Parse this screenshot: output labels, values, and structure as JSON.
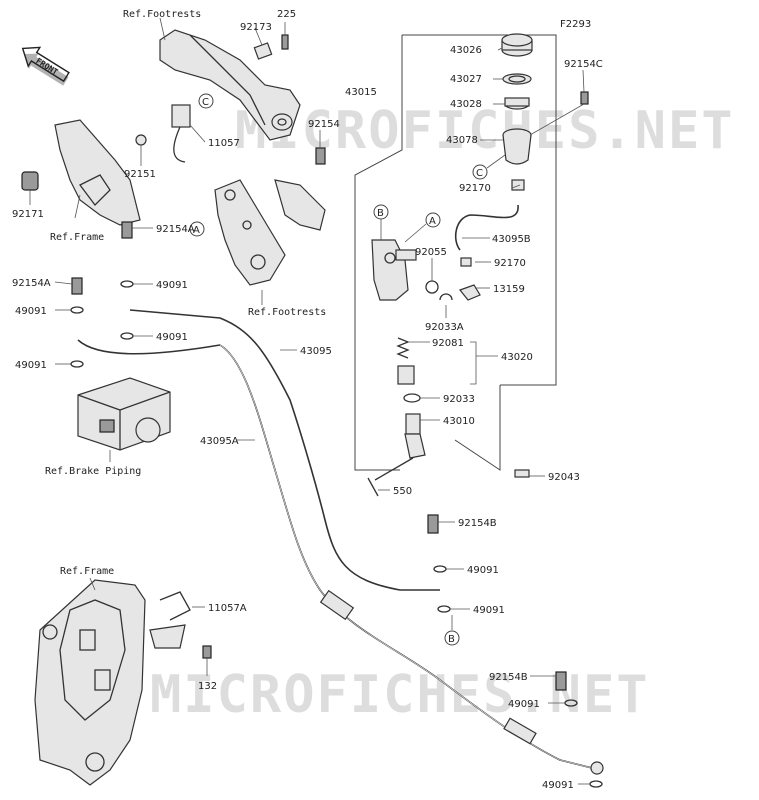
{
  "diagram_code": "F2293",
  "watermark": "MICROFICHES.NET",
  "front_label": "FRONT",
  "labels": [
    {
      "id": "ref-footrests-top",
      "text": "Ref.Footrests"
    },
    {
      "id": "p225",
      "text": "225"
    },
    {
      "id": "p92173",
      "text": "92173"
    },
    {
      "id": "p43015",
      "text": "43015"
    },
    {
      "id": "p43026",
      "text": "43026"
    },
    {
      "id": "p43027",
      "text": "43027"
    },
    {
      "id": "p43028",
      "text": "43028"
    },
    {
      "id": "p43078",
      "text": "43078"
    },
    {
      "id": "p92154C",
      "text": "92154C"
    },
    {
      "id": "p92154",
      "text": "92154"
    },
    {
      "id": "p11057",
      "text": "11057"
    },
    {
      "id": "p92151",
      "text": "92151"
    },
    {
      "id": "p92171",
      "text": "92171"
    },
    {
      "id": "ref-frame-top",
      "text": "Ref.Frame"
    },
    {
      "id": "p92170a",
      "text": "92170"
    },
    {
      "id": "p43095B",
      "text": "43095B"
    },
    {
      "id": "p92170b",
      "text": "92170"
    },
    {
      "id": "p13159",
      "text": "13159"
    },
    {
      "id": "p92055",
      "text": "92055"
    },
    {
      "id": "p92033A",
      "text": "92033A"
    },
    {
      "id": "p92154A-a",
      "text": "92154A"
    },
    {
      "id": "p49091-a",
      "text": "49091"
    },
    {
      "id": "p92154A-b",
      "text": "92154A"
    },
    {
      "id": "p49091-b",
      "text": "49091"
    },
    {
      "id": "p49091-c",
      "text": "49091"
    },
    {
      "id": "ref-footrests-mid",
      "text": "Ref.Footrests"
    },
    {
      "id": "p92081",
      "text": "92081"
    },
    {
      "id": "p43020",
      "text": "43020"
    },
    {
      "id": "p43095",
      "text": "43095"
    },
    {
      "id": "p49091-d",
      "text": "49091"
    },
    {
      "id": "p92033",
      "text": "92033"
    },
    {
      "id": "p43010",
      "text": "43010"
    },
    {
      "id": "p43095A",
      "text": "43095A"
    },
    {
      "id": "ref-brake-piping",
      "text": "Ref.Brake Piping"
    },
    {
      "id": "p92043",
      "text": "92043"
    },
    {
      "id": "p550",
      "text": "550"
    },
    {
      "id": "p92154B-a",
      "text": "92154B"
    },
    {
      "id": "p49091-e",
      "text": "49091"
    },
    {
      "id": "ref-frame-bottom",
      "text": "Ref.Frame"
    },
    {
      "id": "p11057A",
      "text": "11057A"
    },
    {
      "id": "p49091-f",
      "text": "49091"
    },
    {
      "id": "p132",
      "text": "132"
    },
    {
      "id": "p92154B-b",
      "text": "92154B"
    },
    {
      "id": "p49091-g",
      "text": "49091"
    },
    {
      "id": "p49091-h",
      "text": "49091"
    }
  ],
  "callouts": [
    {
      "id": "c-top",
      "text": "C"
    },
    {
      "id": "c-reservoir",
      "text": "C"
    },
    {
      "id": "a-footrest",
      "text": "A"
    },
    {
      "id": "a-cylinder",
      "text": "A"
    },
    {
      "id": "b-cylinder",
      "text": "B"
    },
    {
      "id": "b-bottom",
      "text": "B"
    }
  ]
}
